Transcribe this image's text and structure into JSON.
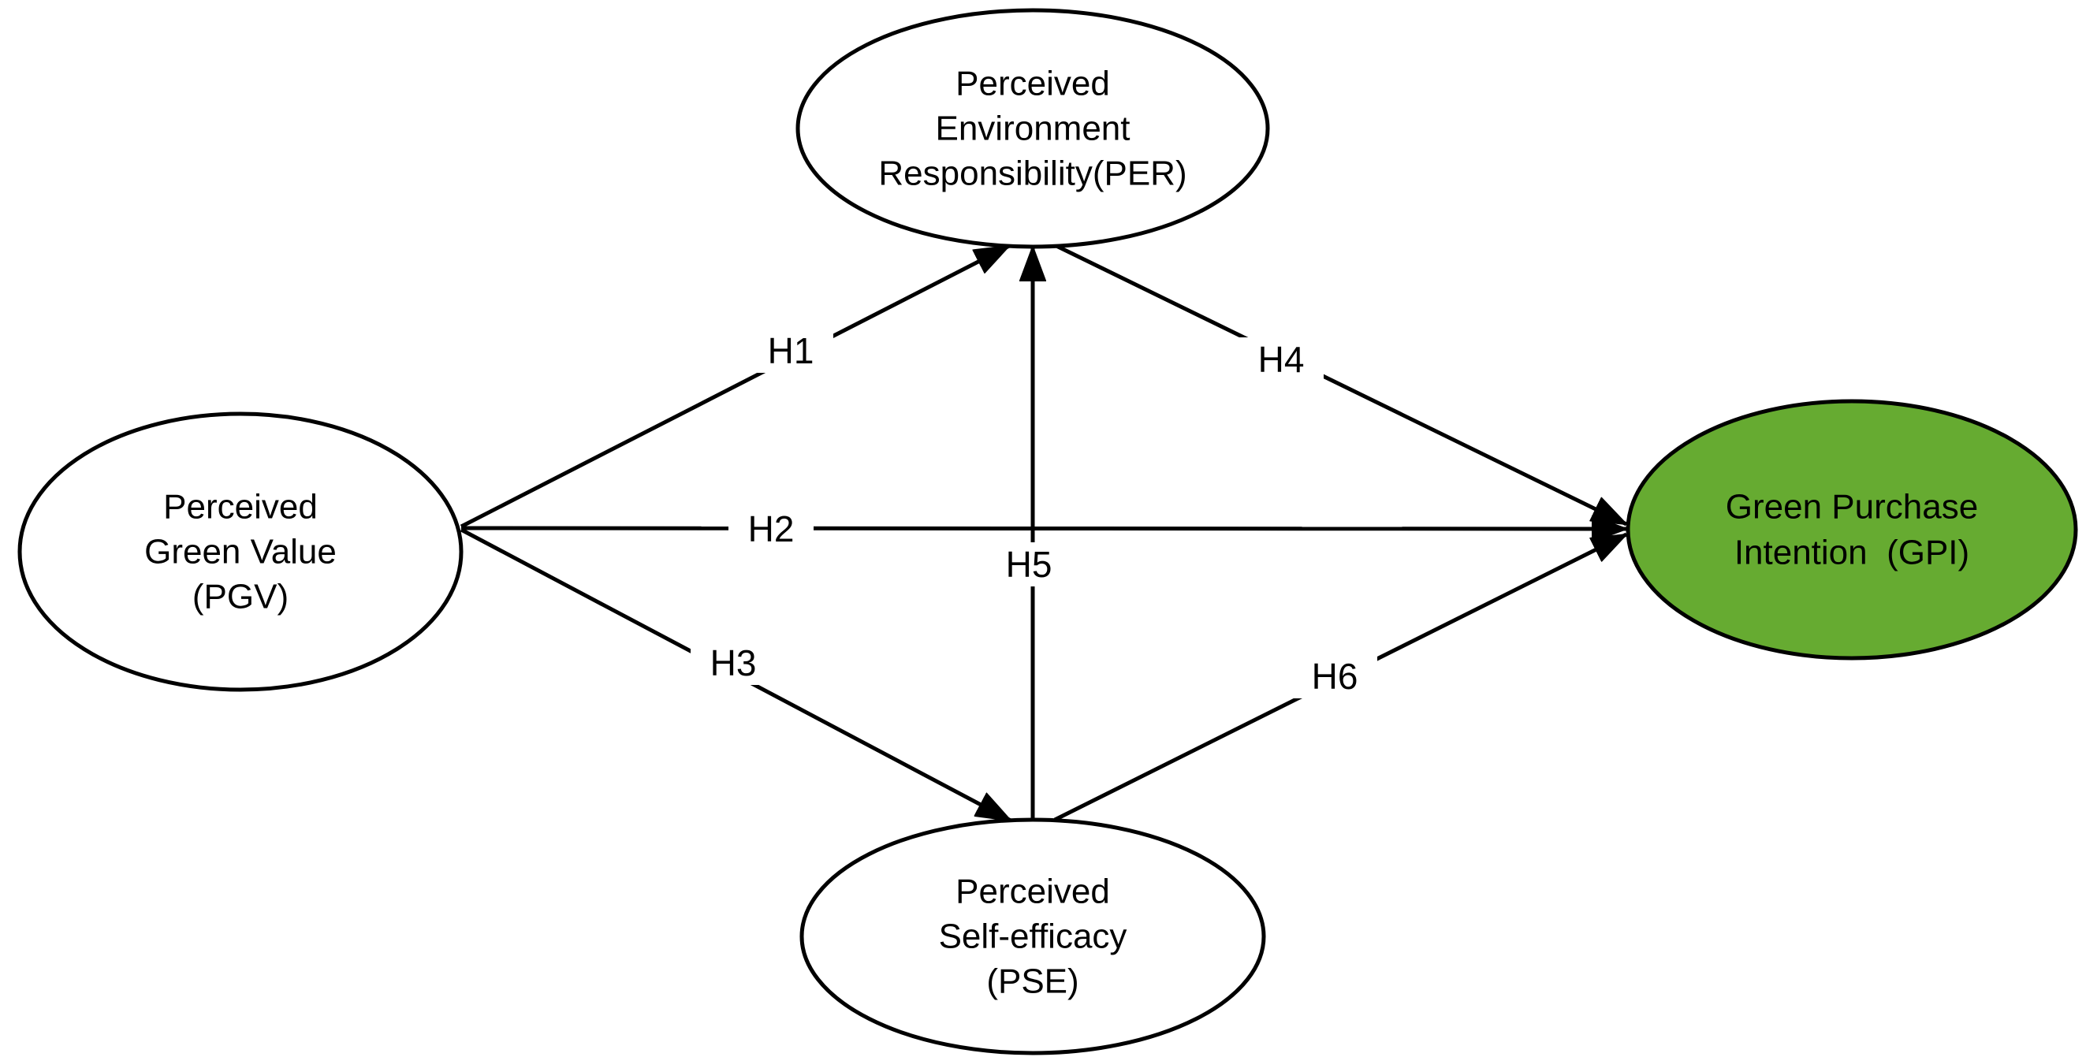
{
  "figure": {
    "title": "Research model path diagram",
    "background": "#ffffff",
    "stroke_color": "#000000",
    "text_color": "#000000",
    "nodes": {
      "pgv": {
        "id": "PGV",
        "label": "Perceived Green Value (PGV)",
        "lines": [
          "Perceived",
          "Green Value",
          "(PGV)"
        ],
        "fill": "#ffffff"
      },
      "per": {
        "id": "PER",
        "label": "Perceived Environment Responsibility(PER)",
        "lines": [
          "Perceived",
          "Environment",
          "Responsibility(PER)"
        ],
        "fill": "#ffffff"
      },
      "pse": {
        "id": "PSE",
        "label": "Perceived Self-efficacy (PSE)",
        "lines": [
          "Perceived",
          "Self-efficacy",
          "(PSE)"
        ],
        "fill": "#ffffff"
      },
      "gpi": {
        "id": "GPI",
        "label": "Green Purchase Intention (GPI)",
        "lines": [
          "Green Purchase",
          "Intention  (GPI)"
        ],
        "fill": "#66ab31"
      }
    },
    "edges": [
      {
        "label": "H1",
        "from": "PGV",
        "to": "PER"
      },
      {
        "label": "H2",
        "from": "PGV",
        "to": "GPI"
      },
      {
        "label": "H3",
        "from": "PGV",
        "to": "PSE"
      },
      {
        "label": "H4",
        "from": "PER",
        "to": "GPI"
      },
      {
        "label": "H5",
        "from": "PSE",
        "to": "PER"
      },
      {
        "label": "H6",
        "from": "PSE",
        "to": "GPI"
      }
    ]
  }
}
